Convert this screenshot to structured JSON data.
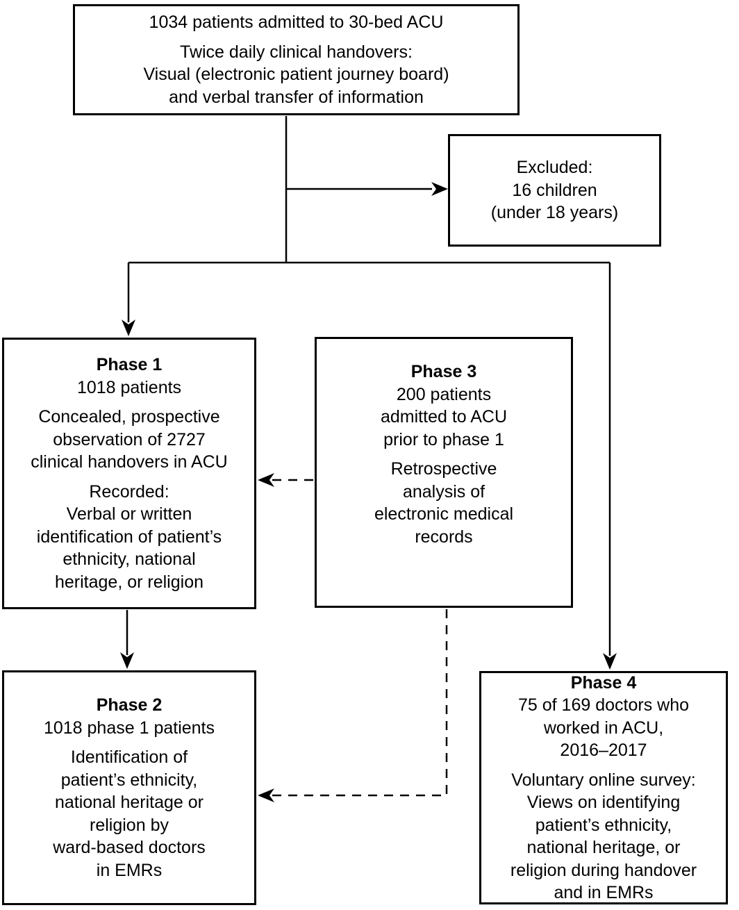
{
  "figure": {
    "background_color": "#ffffff",
    "line_color": "#000000",
    "text_color": "#000000",
    "type": "study-flowchart"
  },
  "boxes": {
    "top": {
      "line1": "1034 patients admitted to 30-bed ACU",
      "body": "Twice daily clinical handovers:\nVisual (electronic patient journey board)\nand verbal transfer of information"
    },
    "excluded": {
      "body": "Excluded:\n16 children\n(under 18 years)"
    },
    "phase1": {
      "title": "Phase 1",
      "subtitle": "1018 patients",
      "body1": "Concealed, prospective\nobservation of 2727\nclinical handovers in ACU",
      "body2": "Recorded:\nVerbal or written\nidentification of patient’s\nethnicity, national\nheritage, or religion"
    },
    "phase3": {
      "title": "Phase 3",
      "subtitle": "200 patients\nadmitted to ACU\nprior to phase 1",
      "body1": "Retrospective\nanalysis of\nelectronic medical\nrecords"
    },
    "phase2": {
      "title": "Phase 2",
      "subtitle": "1018 phase 1 patients",
      "body1": "Identification of\npatient’s ethnicity,\nnational heritage or\nreligion by\nward-based doctors\nin EMRs"
    },
    "phase4": {
      "title": "Phase 4",
      "subtitle": "75 of 169 doctors who\nworked in ACU,\n2016–2017",
      "body1": "Voluntary online survey:\nViews on identifying\npatient’s ethnicity,\nnational heritage, or\nreligion during handover\nand in EMRs"
    }
  }
}
